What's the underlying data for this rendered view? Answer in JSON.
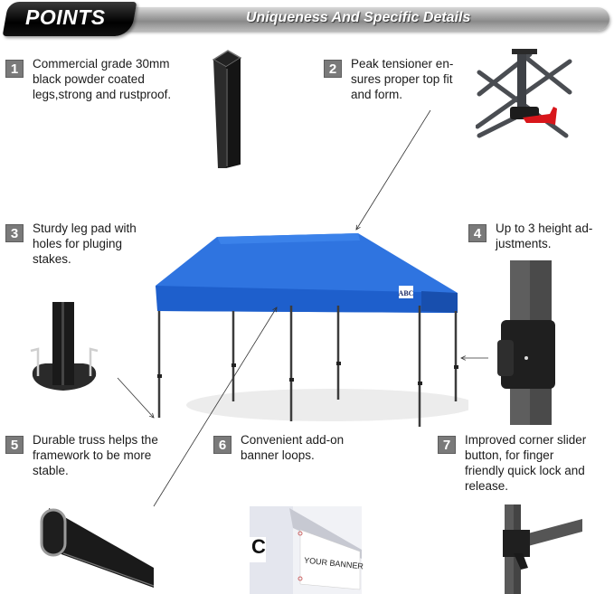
{
  "header": {
    "tab_label": "POINTS",
    "subtitle": "Uniqueness And Specific Details"
  },
  "points": [
    {
      "number": "1",
      "text": "Commercial grade 30mm black powder coated legs,strong and rustproof."
    },
    {
      "number": "2",
      "text": "Peak tensioner en-sures proper top fit and form."
    },
    {
      "number": "3",
      "text": "Sturdy leg pad with holes for pluging stakes."
    },
    {
      "number": "4",
      "text": "Up to 3 height ad-justments."
    },
    {
      "number": "5",
      "text": "Durable truss helps the framework to be more stable."
    },
    {
      "number": "6",
      "text": "Convenient add-on banner loops."
    },
    {
      "number": "7",
      "text": "Improved corner slider button, for finger friendly quick lock and release."
    }
  ],
  "canopy": {
    "brand_label": "ABC",
    "canopy_color": "#1e63d6",
    "frame_color": "#3c3c3c"
  },
  "banner_image": {
    "banner_text": "YOUR BANNER",
    "logo_fragment": "C"
  },
  "colors": {
    "badge": "#7a7a7a",
    "tensioner_red": "#d8161b"
  }
}
